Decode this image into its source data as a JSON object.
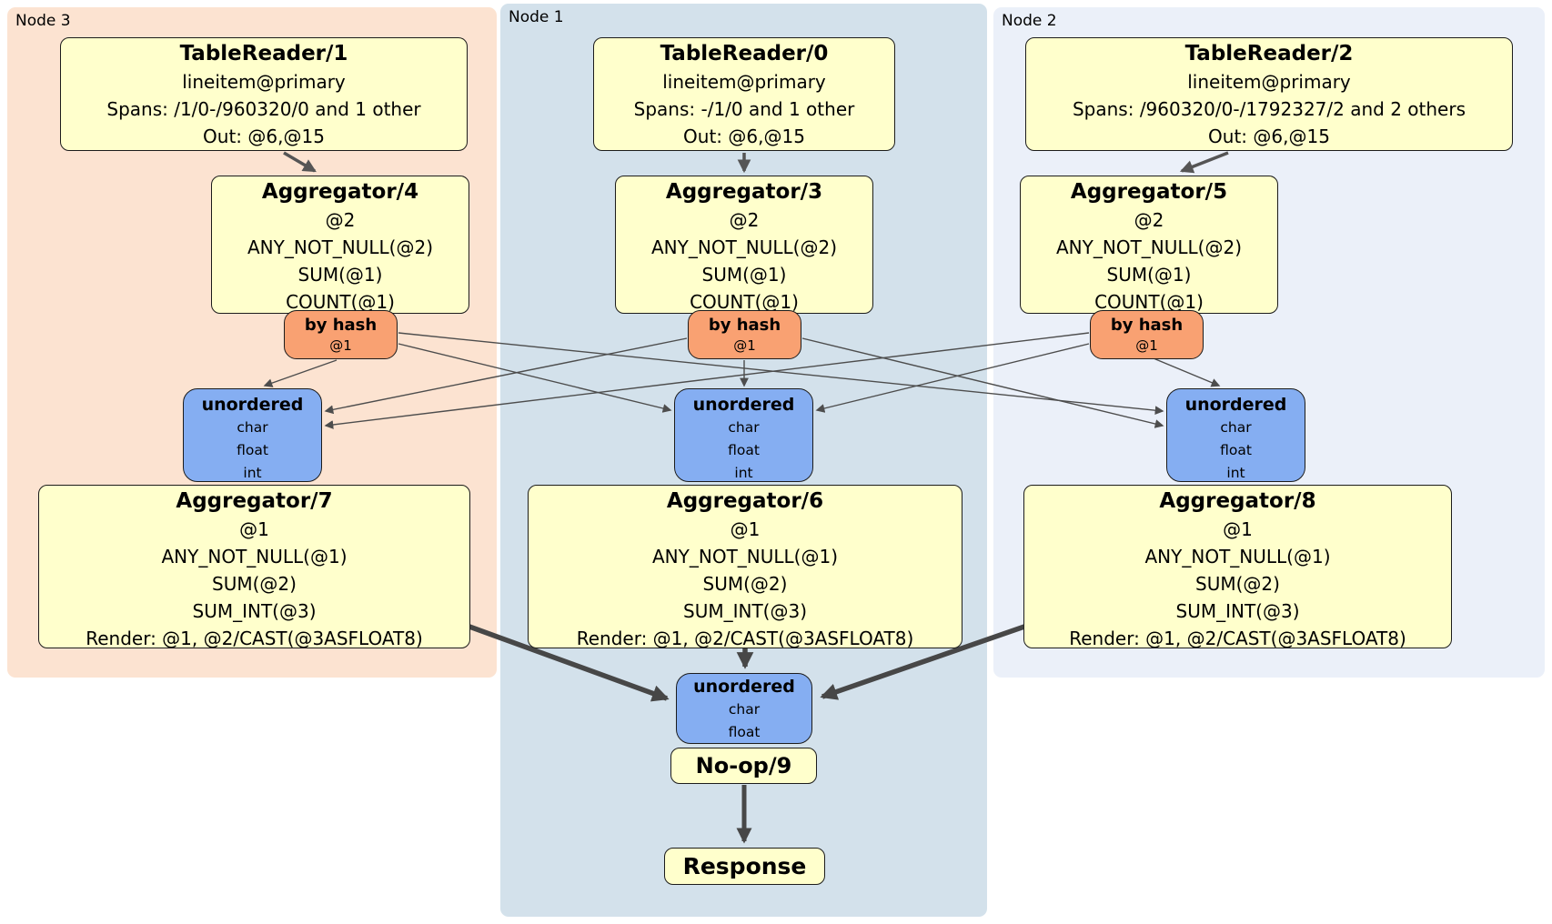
{
  "regions": [
    {
      "id": "node3",
      "label": "Node 3",
      "bg": "#fce3d1"
    },
    {
      "id": "node1",
      "label": "Node 1",
      "bg": "#d3e1eb"
    },
    {
      "id": "node2",
      "label": "Node 2",
      "bg": "#ebf0f9"
    }
  ],
  "colors": {
    "processor_fill": "#ffffcc",
    "hash_router_fill": "#f9a172",
    "sync_fill": "#85aef2",
    "border": "#1c1c1c",
    "edge_thin": "#4d4d4d",
    "edge_thick": "#474747"
  },
  "processors": {
    "tr1": {
      "title": "TableReader/1",
      "lines": [
        "lineitem@primary",
        "Spans: /1/0-/960320/0 and 1 other",
        "Out: @6,@15"
      ]
    },
    "tr0": {
      "title": "TableReader/0",
      "lines": [
        "lineitem@primary",
        "Spans: -/1/0 and 1 other",
        "Out: @6,@15"
      ]
    },
    "tr2": {
      "title": "TableReader/2",
      "lines": [
        "lineitem@primary",
        "Spans: /960320/0-/1792327/2 and 2 others",
        "Out: @6,@15"
      ]
    },
    "agg4": {
      "title": "Aggregator/4",
      "lines": [
        "@2",
        "ANY_NOT_NULL(@2)",
        "SUM(@1)",
        "COUNT(@1)"
      ]
    },
    "agg3": {
      "title": "Aggregator/3",
      "lines": [
        "@2",
        "ANY_NOT_NULL(@2)",
        "SUM(@1)",
        "COUNT(@1)"
      ]
    },
    "agg5": {
      "title": "Aggregator/5",
      "lines": [
        "@2",
        "ANY_NOT_NULL(@2)",
        "SUM(@1)",
        "COUNT(@1)"
      ]
    },
    "agg7": {
      "title": "Aggregator/7",
      "lines": [
        "@1",
        "ANY_NOT_NULL(@1)",
        "SUM(@2)",
        "SUM_INT(@3)",
        "Render: @1, @2/CAST(@3ASFLOAT8)"
      ]
    },
    "agg6": {
      "title": "Aggregator/6",
      "lines": [
        "@1",
        "ANY_NOT_NULL(@1)",
        "SUM(@2)",
        "SUM_INT(@3)",
        "Render: @1, @2/CAST(@3ASFLOAT8)"
      ]
    },
    "agg8": {
      "title": "Aggregator/8",
      "lines": [
        "@1",
        "ANY_NOT_NULL(@1)",
        "SUM(@2)",
        "SUM_INT(@3)",
        "Render: @1, @2/CAST(@3ASFLOAT8)"
      ]
    },
    "noop": {
      "title": "No-op/9"
    },
    "response": {
      "title": "Response"
    }
  },
  "routers": {
    "hash3": {
      "title": "by hash",
      "detail": "@1"
    },
    "hash1": {
      "title": "by hash",
      "detail": "@1"
    },
    "hash2": {
      "title": "by hash",
      "detail": "@1"
    }
  },
  "syncs": {
    "sync3": {
      "title": "unordered",
      "types": [
        "char",
        "float",
        "int"
      ]
    },
    "sync1": {
      "title": "unordered",
      "types": [
        "char",
        "float",
        "int"
      ]
    },
    "sync2": {
      "title": "unordered",
      "types": [
        "char",
        "float",
        "int"
      ]
    },
    "syncFinal": {
      "title": "unordered",
      "types": [
        "char",
        "float"
      ]
    }
  },
  "edges": [
    {
      "from": "table-reader-1",
      "to": "aggregator-4"
    },
    {
      "from": "table-reader-0",
      "to": "aggregator-3"
    },
    {
      "from": "table-reader-2",
      "to": "aggregator-5"
    },
    {
      "from": "hash-router-node3",
      "to": "sync-node3"
    },
    {
      "from": "hash-router-node3",
      "to": "sync-node1"
    },
    {
      "from": "hash-router-node3",
      "to": "sync-node2"
    },
    {
      "from": "hash-router-node1",
      "to": "sync-node3"
    },
    {
      "from": "hash-router-node1",
      "to": "sync-node1"
    },
    {
      "from": "hash-router-node1",
      "to": "sync-node2"
    },
    {
      "from": "hash-router-node2",
      "to": "sync-node3"
    },
    {
      "from": "hash-router-node2",
      "to": "sync-node1"
    },
    {
      "from": "hash-router-node2",
      "to": "sync-node2"
    },
    {
      "from": "aggregator-7",
      "to": "final-sync"
    },
    {
      "from": "aggregator-6",
      "to": "final-sync"
    },
    {
      "from": "aggregator-8",
      "to": "final-sync"
    },
    {
      "from": "no-op-9",
      "to": "response"
    }
  ]
}
